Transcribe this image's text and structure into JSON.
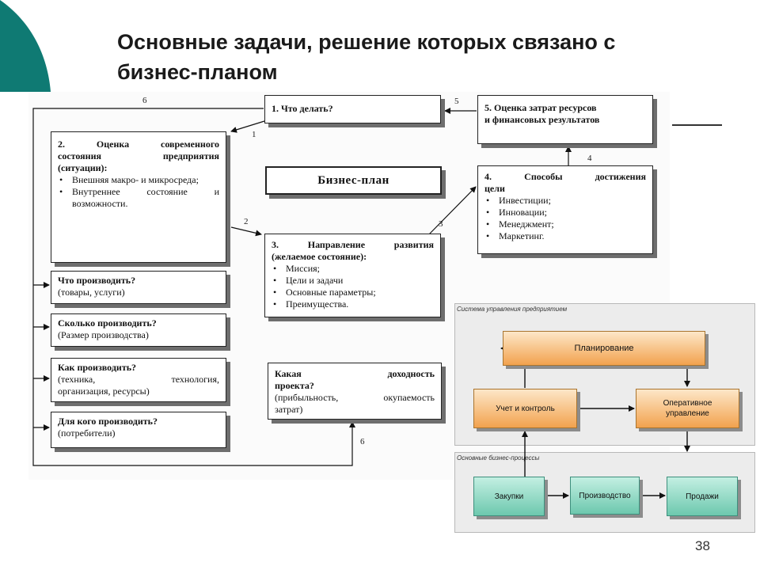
{
  "slide": {
    "title_line1": "Основные задачи, решение которых связано с",
    "title_line2": "бизнес-планом",
    "page_number": "38",
    "accent_color": "#0f7a73"
  },
  "diagram": {
    "box1": "1. Что делать?",
    "box2": {
      "heading": [
        "2. Оценка современного",
        "состояния предприятия",
        "(ситуации):"
      ],
      "items": [
        "Внешняя макро- и микросреда;",
        "Внутреннее состояние и возможности."
      ]
    },
    "business_plan": "Бизнес-план",
    "box3": {
      "heading": [
        "3. Направление развития",
        "(желаемое состояние):"
      ],
      "items": [
        "Миссия;",
        "Цели и задачи",
        "Основные параметры;",
        "Преимущества."
      ]
    },
    "box4": {
      "heading": [
        "4. Способы достижения",
        "цели"
      ],
      "items": [
        "Инвестиции;",
        "Инновации;",
        "Менеджмент;",
        "Маркетинг."
      ]
    },
    "box5": [
      "5. Оценка затрат ресурсов",
      "и финансовых результатов"
    ],
    "q_what": {
      "title": "Что производить?",
      "note": "(товары, услуги)"
    },
    "q_how_much": {
      "title": "Сколько производить?",
      "note": "(Размер производства)"
    },
    "q_how": {
      "title": "Как производить?",
      "note": [
        "(техника, технология,",
        "организация, ресурсы)"
      ]
    },
    "q_for_whom": {
      "title": "Для кого производить?",
      "note": "(потребители)"
    },
    "q_profit": {
      "title": [
        "Какая доходность",
        "проекта?"
      ],
      "note": [
        "(прибыльность, окупаемость",
        "затрат)"
      ]
    },
    "arrow_labels": {
      "a1": "1",
      "a2": "2",
      "a3": "3",
      "a4": "4",
      "a5": "5",
      "a6_top": "6",
      "a6_bottom": "6"
    }
  },
  "management": {
    "caption": "Система управления предприятием",
    "planning": "Планирование",
    "accounting": "Учет и контроль",
    "operational": [
      "Оперативное",
      "управление"
    ],
    "processes_caption": "Основные бизнес-процессы",
    "purchasing": "Закупки",
    "production": "Производство",
    "sales": "Продажи"
  }
}
